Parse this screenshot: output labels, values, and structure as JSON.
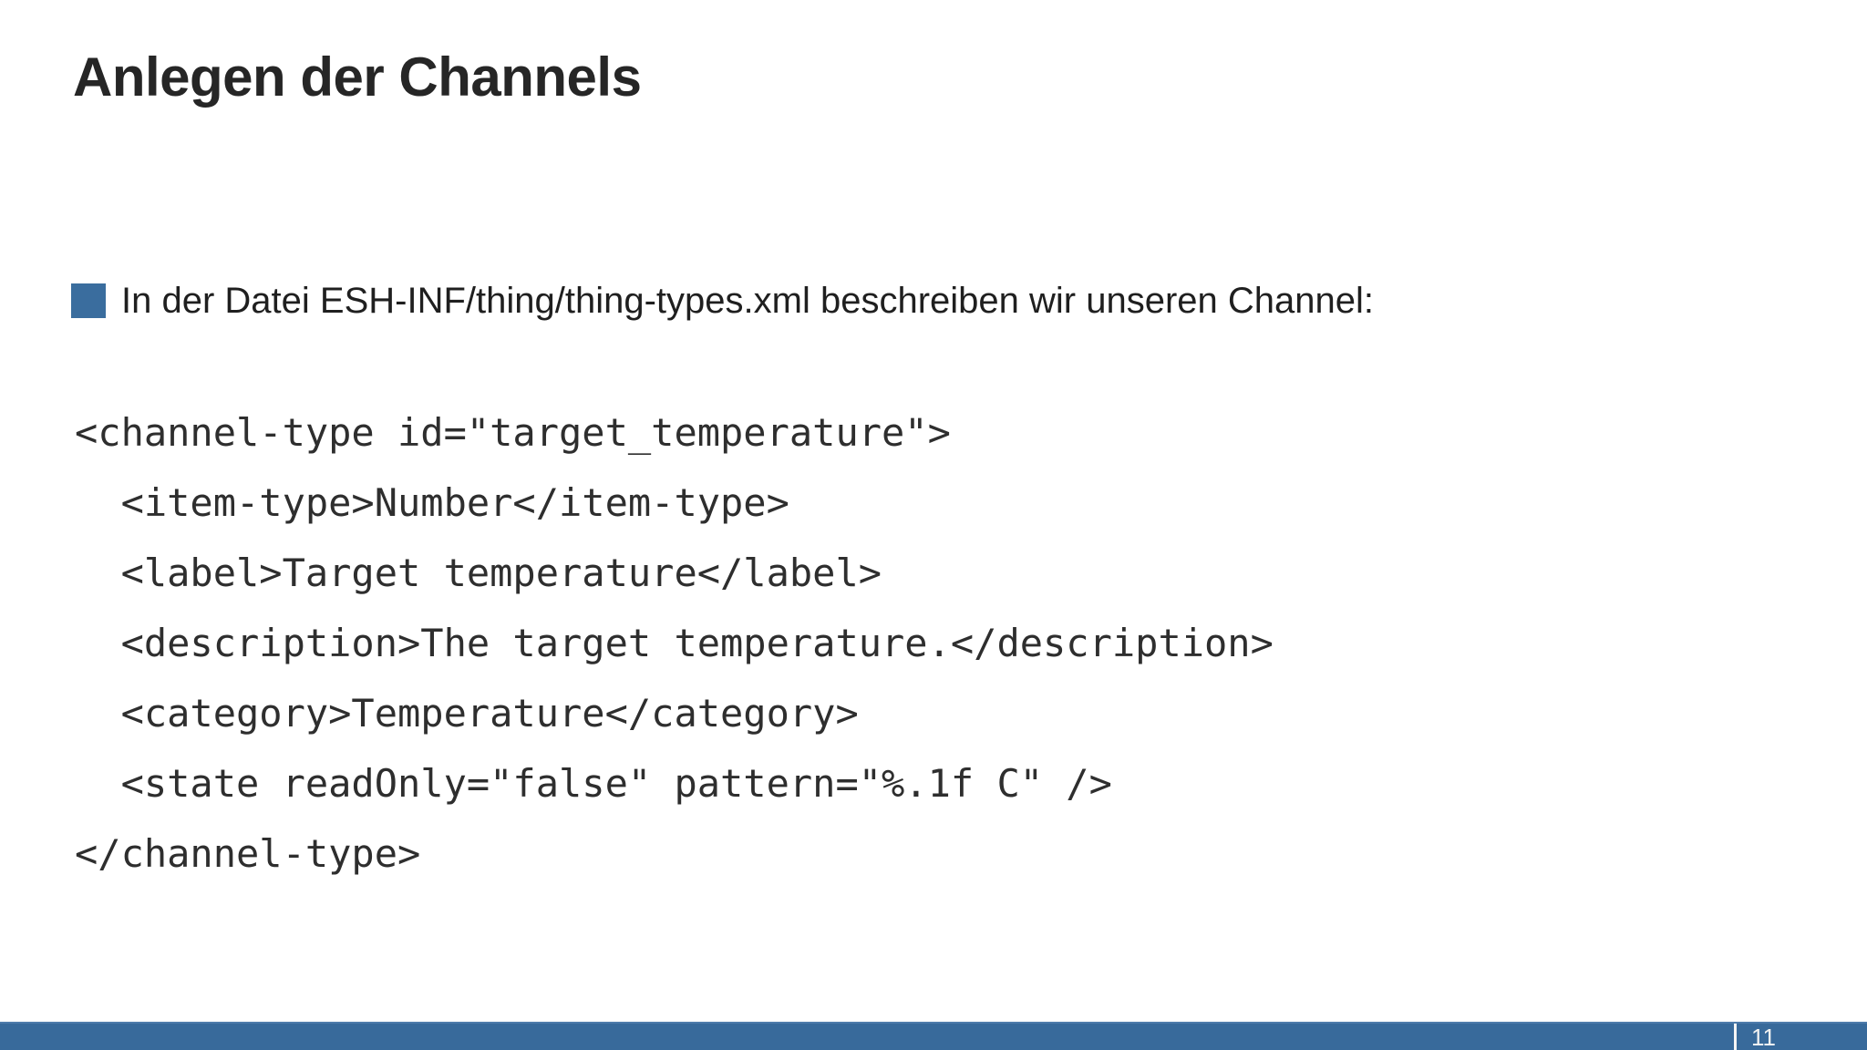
{
  "slide": {
    "title": "Anlegen der Channels",
    "bullet": {
      "text": "In der Datei ESH-INF/thing/thing-types.xml beschreiben wir unseren Channel:"
    },
    "code": {
      "lines": [
        "<channel-type id=\"target_temperature\">",
        "  <item-type>Number</item-type>",
        "  <label>Target temperature</label>",
        "  <description>The target temperature.</description>",
        "  <category>Temperature</category>",
        "  <state readOnly=\"false\" pattern=\"%.1f C\" />",
        "</channel-type>"
      ]
    },
    "footer": {
      "page_number": "11"
    },
    "colors": {
      "accent_blue": "#3a6d9e",
      "footer_bar_blue": "#386a9b",
      "title_text": "#262626",
      "body_text": "#1f1f1f",
      "code_text": "#2e2e2e",
      "page_number_text": "#f2f2f2"
    }
  }
}
